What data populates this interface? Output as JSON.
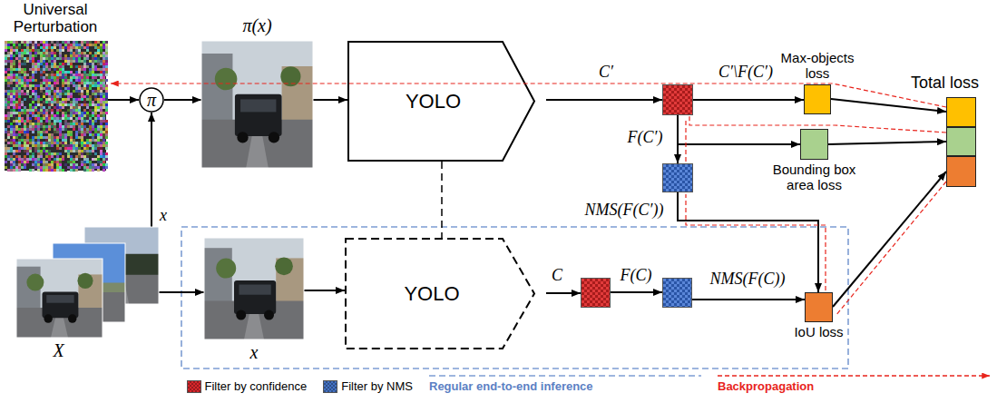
{
  "diagram": {
    "nodes": [
      {
        "text": [
          "Universal Perturbation"
        ]
      },
      {
        "text": [
          "π"
        ]
      },
      {
        "text": [
          "π(x)"
        ]
      },
      {
        "text": [
          "YOLO"
        ]
      },
      {
        "text": []
      },
      {
        "text": [
          "Max-objects loss"
        ]
      },
      {
        "text": []
      },
      {
        "text": [
          "Bounding box area loss"
        ]
      },
      {
        "text": [
          "Total loss"
        ]
      },
      {
        "text": [
          "X"
        ]
      },
      {
        "text": [
          "x"
        ]
      },
      {
        "text": [
          "YOLO"
        ]
      },
      {
        "text": []
      },
      {
        "text": []
      },
      {
        "text": [
          "IoU loss"
        ]
      }
    ],
    "edges": [
      {
        "from": 0,
        "to": 1,
        "arrow": "to"
      },
      {
        "from": 9,
        "to": 1,
        "label": "x",
        "arrow": "to"
      },
      {
        "from": 1,
        "to": 2,
        "arrow": "to"
      },
      {
        "from": 2,
        "to": 3,
        "arrow": "to"
      },
      {
        "from": 3,
        "to": 4,
        "label": "C′",
        "arrow": "to"
      },
      {
        "from": 4,
        "to": 5,
        "label": "C′\\F(C′)",
        "arrow": "to"
      },
      {
        "from": 4,
        "to": 6,
        "label": "F(C′)",
        "arrow": "to"
      },
      {
        "from": 4,
        "to": 7,
        "arrow": "to"
      },
      {
        "from": 6,
        "to": 14,
        "label": "NMS(F(C′))",
        "arrow": "to"
      },
      {
        "from": 9,
        "to": 10,
        "arrow": "to"
      },
      {
        "from": 10,
        "to": 11,
        "arrow": "to"
      },
      {
        "from": 11,
        "to": 12,
        "label": "C",
        "arrow": "to"
      },
      {
        "from": 12,
        "to": 13,
        "label": "F(C)",
        "arrow": "to"
      },
      {
        "from": 13,
        "to": 14,
        "label": "NMS(F(C))",
        "arrow": "to"
      },
      {
        "from": 5,
        "to": 8,
        "arrow": "to"
      },
      {
        "from": 7,
        "to": 8,
        "arrow": "to"
      },
      {
        "from": 14,
        "to": 8,
        "arrow": "to"
      },
      {
        "from": 3,
        "to": 11,
        "arrow": "none"
      }
    ],
    "legend": [
      {
        "text": "Filter by confidence",
        "color": "#d9262b"
      },
      {
        "text": "Filter by NMS",
        "color": "#4472c4"
      },
      {
        "text": "Regular end-to-end inference"
      },
      {
        "text": "Backpropagation"
      }
    ]
  }
}
